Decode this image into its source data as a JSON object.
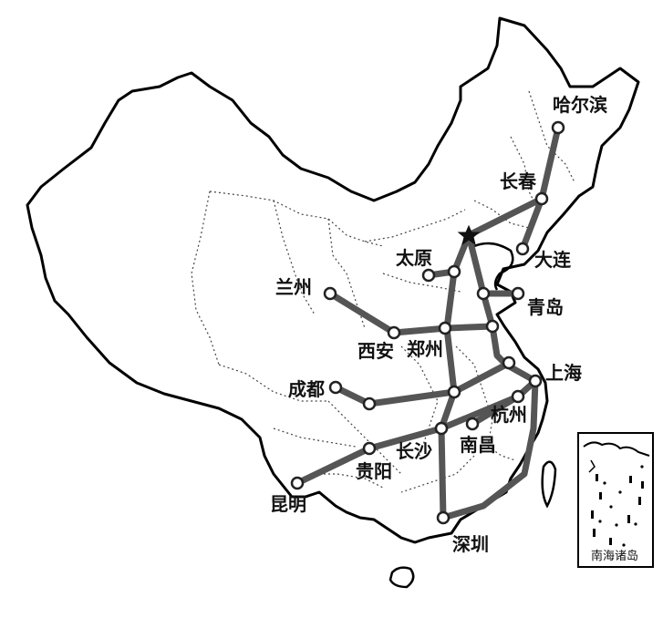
{
  "map": {
    "capital_marker": "star",
    "rail_color": "#555555",
    "city_marker_color": "#ffffff",
    "border_color": "#000000"
  },
  "cities": [
    {
      "key": "harbin",
      "name": "哈尔滨"
    },
    {
      "key": "changchun",
      "name": "长春"
    },
    {
      "key": "dalian",
      "name": "大连"
    },
    {
      "key": "taiyuan",
      "name": "太原"
    },
    {
      "key": "qingdao",
      "name": "青岛"
    },
    {
      "key": "lanzhou",
      "name": "兰州"
    },
    {
      "key": "xian",
      "name": "西安"
    },
    {
      "key": "zhengzhou",
      "name": "郑州"
    },
    {
      "key": "shanghai",
      "name": "上海"
    },
    {
      "key": "chengdu",
      "name": "成都"
    },
    {
      "key": "hangzhou",
      "name": "杭州"
    },
    {
      "key": "nanchang",
      "name": "南昌"
    },
    {
      "key": "changsha",
      "name": "长沙"
    },
    {
      "key": "guiyang",
      "name": "贵阳"
    },
    {
      "key": "kunming",
      "name": "昆明"
    },
    {
      "key": "shenzhen",
      "name": "深圳"
    }
  ],
  "inset": {
    "label": "南海诸岛"
  }
}
